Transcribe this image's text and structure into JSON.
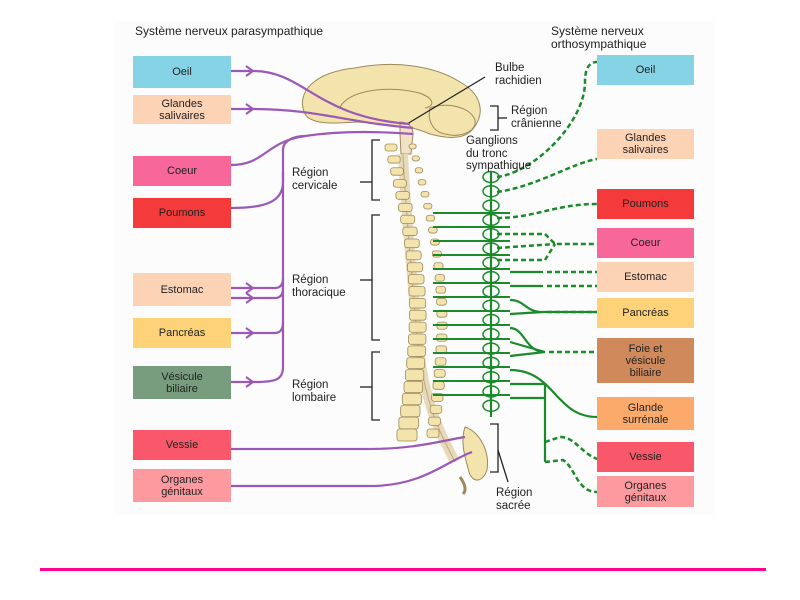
{
  "figure": {
    "parasympathetic": {
      "title": "Système nerveux\nparasympathique",
      "line_color": "#9b59b6",
      "organs": [
        {
          "label": "Oeil",
          "color": "#86d3e6"
        },
        {
          "label": "Glandes\nsalivaires",
          "color": "#fdd3b5"
        },
        {
          "label": "Coeur",
          "color": "#f7679a"
        },
        {
          "label": "Poumons",
          "color": "#f43a3a"
        },
        {
          "label": "Estomac",
          "color": "#fdd3b5"
        },
        {
          "label": "Pancréas",
          "color": "#fdd279"
        },
        {
          "label": "Vésicule\nbiliaire",
          "color": "#789d7e"
        },
        {
          "label": "Vessie",
          "color": "#f9586a"
        },
        {
          "label": "Organes\ngénitaux",
          "color": "#fc9aa0"
        }
      ]
    },
    "sympathetic": {
      "title": "Système nerveux\northosympathique",
      "line_color": "#1a8a2a",
      "organs": [
        {
          "label": "Oeil",
          "color": "#86d3e6"
        },
        {
          "label": "Glandes\nsalivaires",
          "color": "#fdd3b5"
        },
        {
          "label": "Poumons",
          "color": "#f43a3a"
        },
        {
          "label": "Coeur",
          "color": "#f7679a"
        },
        {
          "label": "Estomac",
          "color": "#fdd3b5"
        },
        {
          "label": "Pancréas",
          "color": "#fdd279"
        },
        {
          "label": "Foie et\nvésicule\nbiliaire",
          "color": "#d0895a"
        },
        {
          "label": "Glande\nsurrénale",
          "color": "#fcaa6c"
        },
        {
          "label": "Vessie",
          "color": "#f9586a"
        },
        {
          "label": "Organes\ngénitaux",
          "color": "#fc9aa0"
        }
      ]
    },
    "anatomy_labels": {
      "bulbe": "Bulbe\nrachidien",
      "cranial": "Région\ncrânienne",
      "ganglions": "Ganglions\ndu tronc\nsympathique",
      "cervical": "Région\ncervicale",
      "thoracic": "Région\nthoracique",
      "lumbar": "Région\nlombaire",
      "sacral": "Région\nsacrée"
    },
    "colors": {
      "bone": "#f3e3ac",
      "bone_outline": "#9c8a5a",
      "footer_rule": "#ff0090"
    }
  }
}
